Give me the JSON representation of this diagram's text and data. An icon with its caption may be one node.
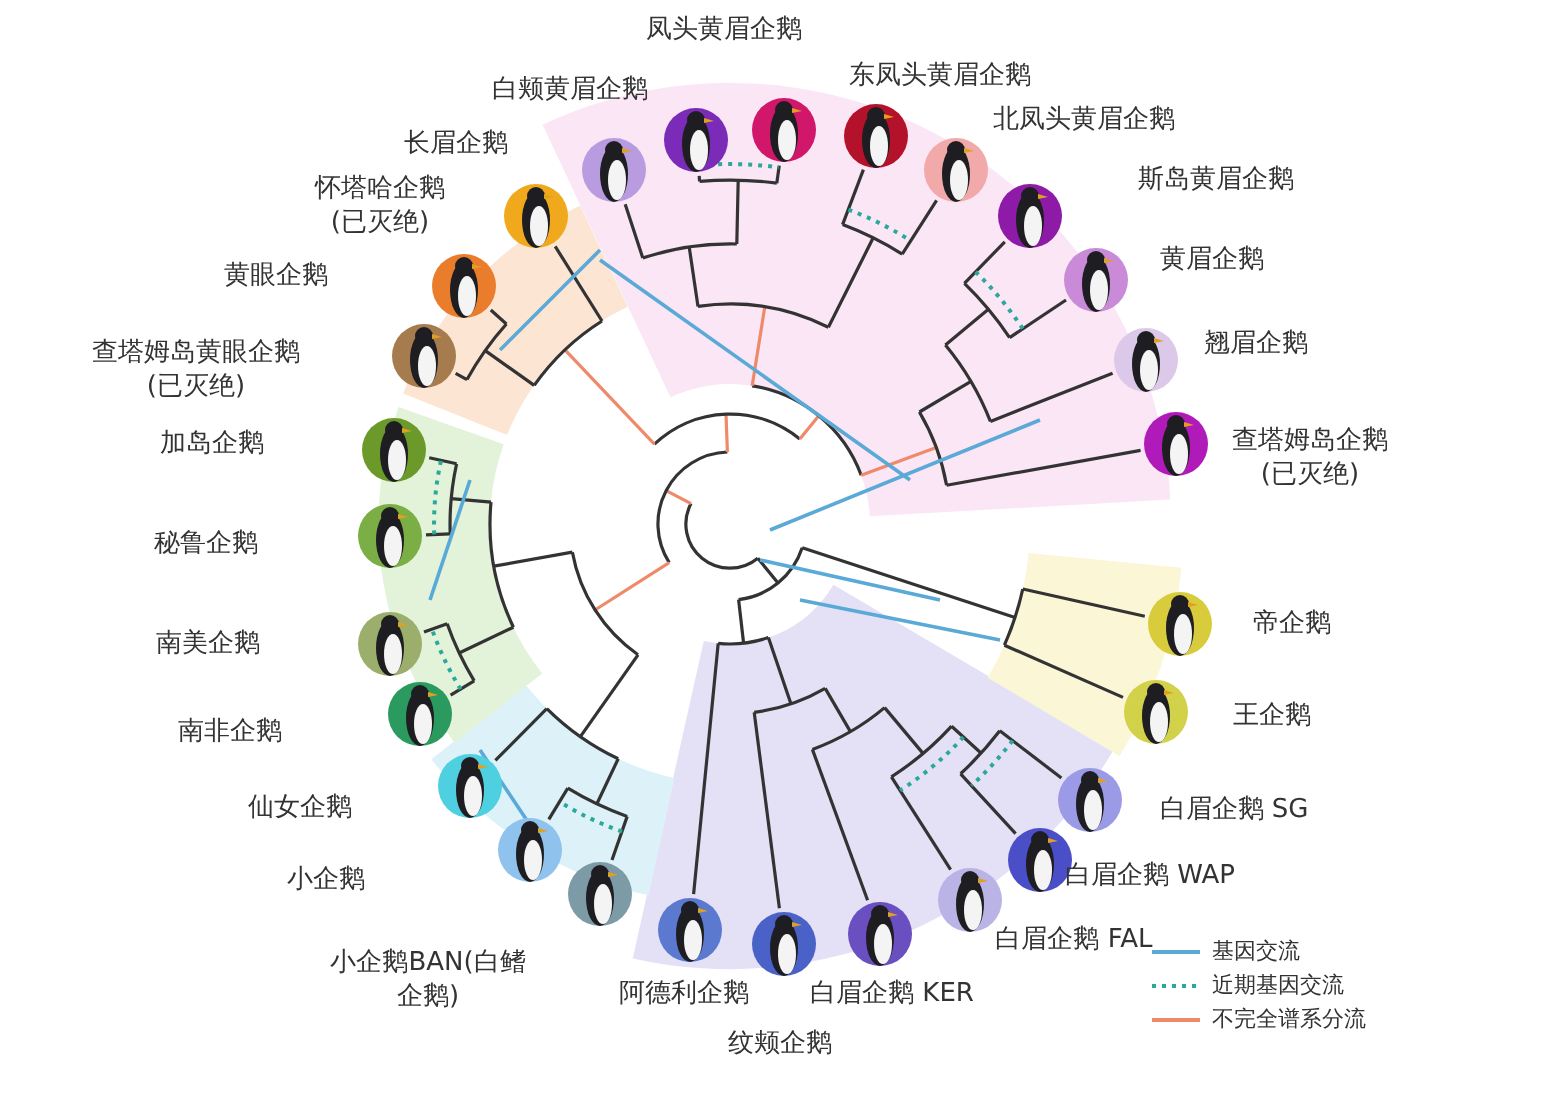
{
  "diagram": {
    "labels": [
      "凤头黄眉企鹅",
      "白颊黄眉企鹅",
      "东凤头黄眉企鹅",
      "长眉企鹅",
      "北凤头黄眉企鹅",
      "怀塔哈企鹅(已灭绝)",
      "斯岛黄眉企鹅",
      "黄眼企鹅",
      "黄眉企鹅",
      "翘眉企鹅",
      "查塔姆岛黄眼企鹅(已灭绝)",
      "查塔姆岛企鹅(已灭绝)",
      "加岛企鹅",
      "秘鲁企鹅",
      "帝企鹅",
      "南美企鹅",
      "王企鹅",
      "南非企鹅",
      "仙女企鹅",
      "白眉企鹅 SG",
      "小企鹅",
      "白眉企鹅 WAP",
      "白眉企鹅 FAL",
      "小企鹅BAN(白鳍企鹅)",
      "阿德利企鹅",
      "白眉企鹅 KER",
      "纹颊企鹅"
    ],
    "legend": [
      {
        "text": "基因交流"
      },
      {
        "text": "近期基因交流"
      },
      {
        "text": "不完全谱系分流"
      }
    ]
  }
}
